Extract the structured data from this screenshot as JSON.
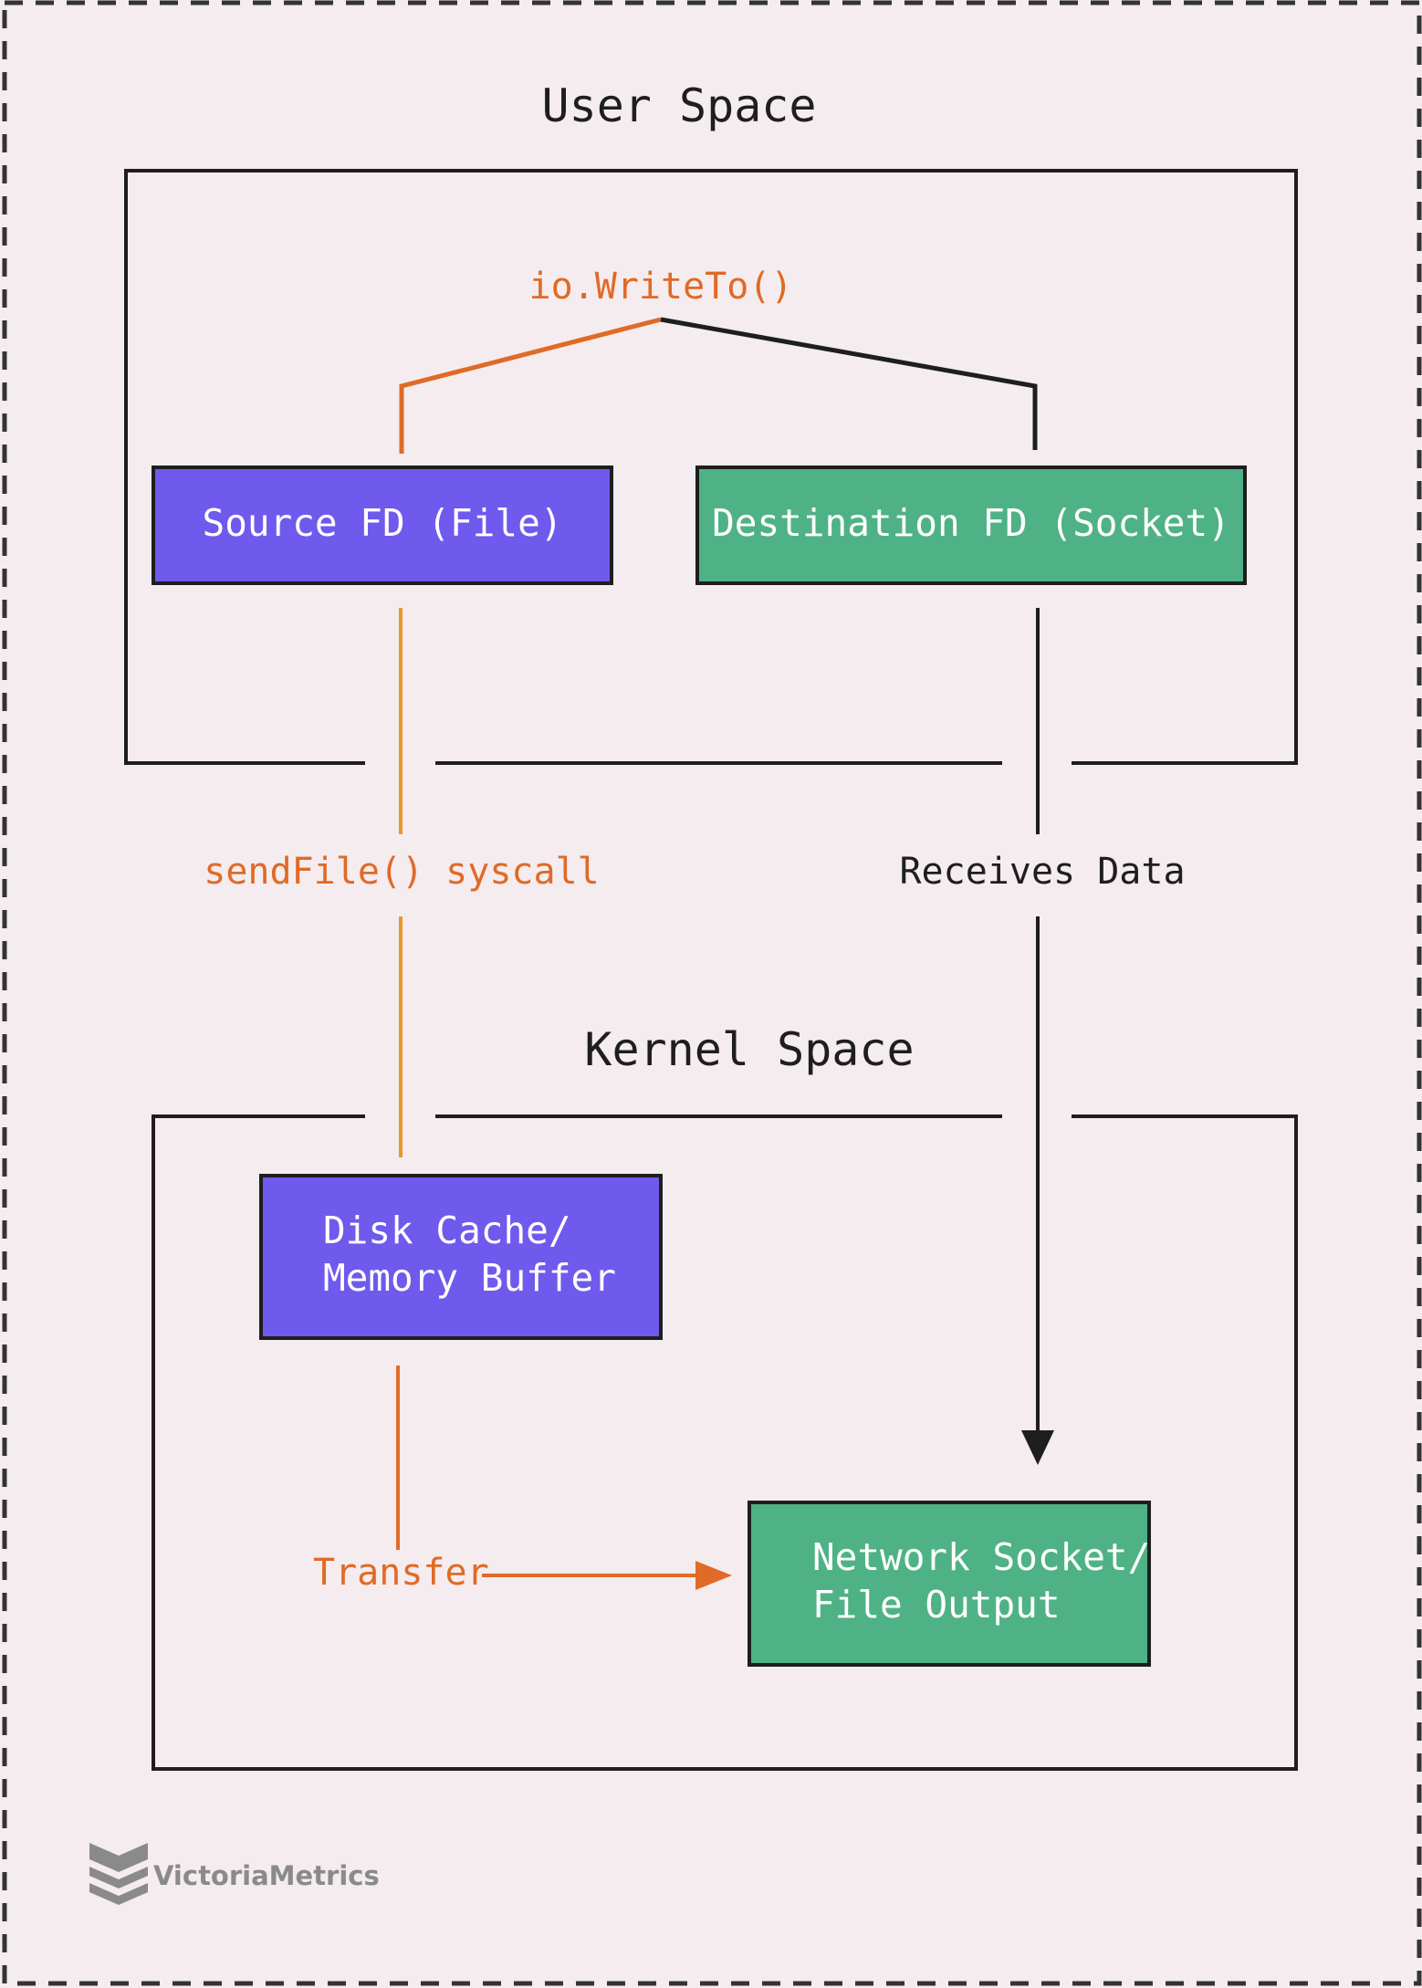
{
  "diagram": {
    "user_space": {
      "title": "User Space"
    },
    "kernel_space": {
      "title": "Kernel Space"
    },
    "nodes": {
      "source_fd": {
        "label": "Source FD (File)"
      },
      "destination_fd": {
        "label": "Destination FD (Socket)"
      },
      "disk_cache": {
        "line1": "Disk Cache/",
        "line2": "Memory Buffer"
      },
      "network_socket": {
        "line1": "Network Socket/",
        "line2": "File Output"
      }
    },
    "edges": {
      "write_to": {
        "label": "io.WriteTo()"
      },
      "sendfile": {
        "label": "sendFile() syscall"
      },
      "receives": {
        "label": "Receives Data"
      },
      "transfer": {
        "label": "Transfer"
      }
    },
    "colors": {
      "background": "#f4ecef",
      "purple_box": "#6f5aed",
      "green_box": "#4fb286",
      "orange": "#e06a26",
      "amber": "#e9962c",
      "ink": "#1e1e1e"
    }
  },
  "logo": {
    "text": "VictoriaMetrics",
    "icon": "victoriametrics-logo-icon"
  }
}
